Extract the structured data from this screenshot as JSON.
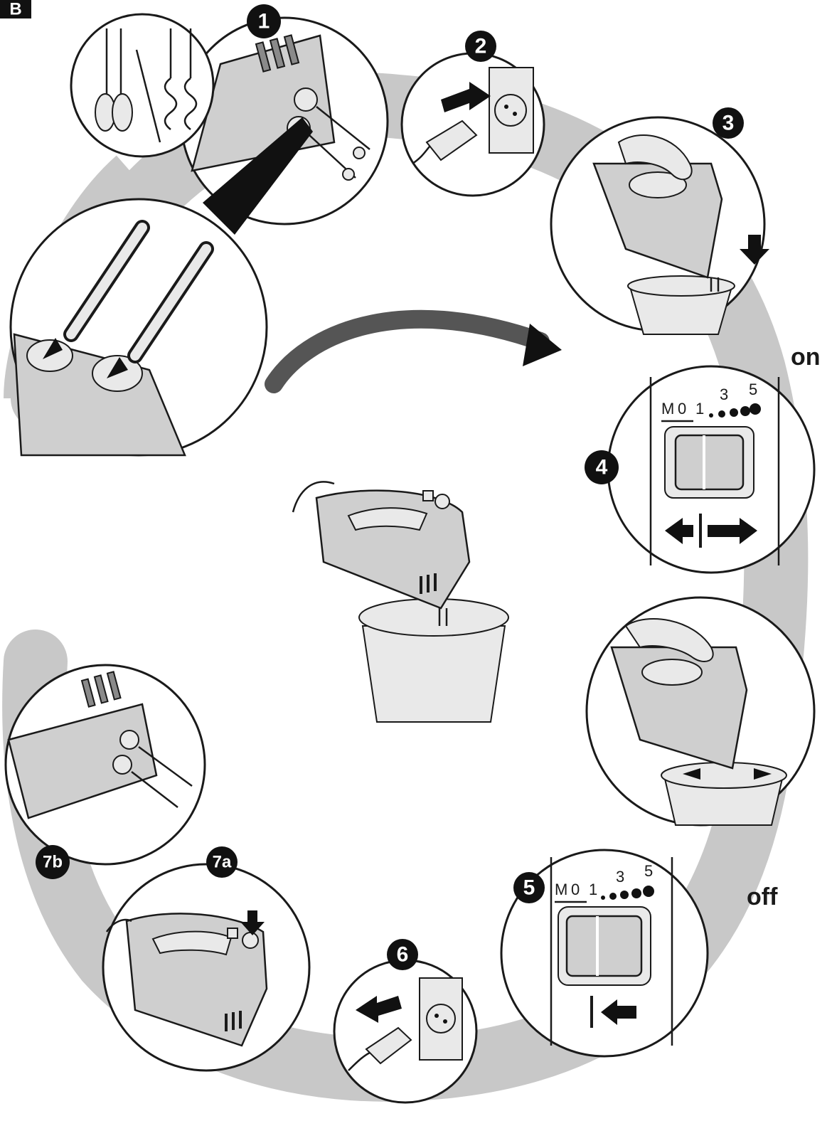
{
  "corner_letter": "B",
  "steps": {
    "s1": "1",
    "s2": "2",
    "s3": "3",
    "s4": "4",
    "s5": "5",
    "s6": "6",
    "s7a": "7a",
    "s7b": "7b"
  },
  "labels": {
    "on": "on",
    "off": "off"
  },
  "speed_scale": {
    "m": "M",
    "zero": "0",
    "one": "1",
    "three": "3",
    "five": "5"
  },
  "colors": {
    "ink": "#1a1a1a",
    "shadow": "#c8c8c8",
    "appliance": "#cfcfcf"
  },
  "icons": [
    "hand-mixer-icon",
    "beater-icon",
    "dough-hook-icon",
    "wall-socket-icon",
    "plug-icon",
    "mixing-bowl-icon",
    "hand-icon",
    "speed-switch-icon",
    "arrow-icon"
  ]
}
